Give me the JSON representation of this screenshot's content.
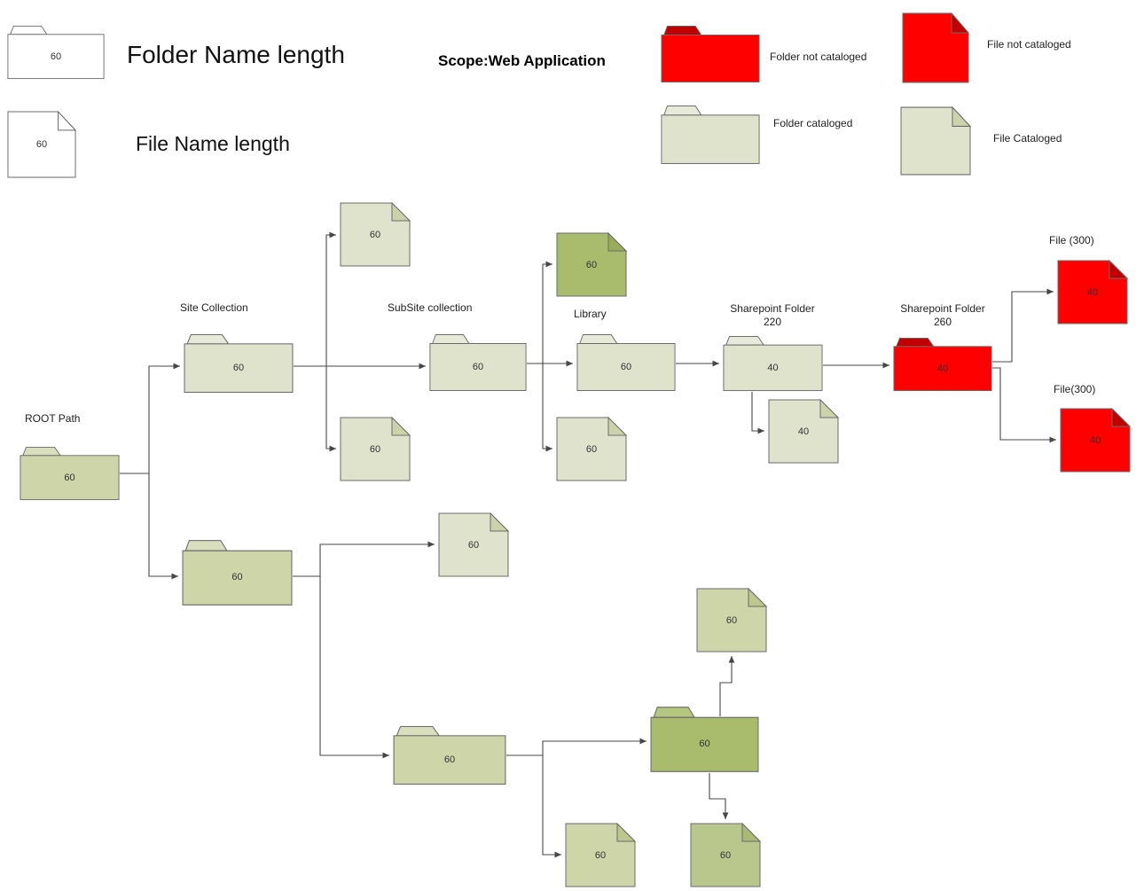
{
  "page": {
    "background": "#ffffff"
  },
  "legend": {
    "folder_sample_value": "60",
    "folder_length_label": "Folder Name length",
    "file_sample_value": "60",
    "file_length_label": "File Name length",
    "scope_label": "Scope:Web Application",
    "folder_not_cataloged_label": "Folder not cataloged",
    "file_not_cataloged_label": "File not cataloged",
    "folder_cataloged_label": "Folder cataloged",
    "file_cataloged_label": "File Cataloged"
  },
  "colors": {
    "not_cataloged_red": "#fe0000",
    "not_cataloged_red_dark": "#c00000",
    "cataloged_green_light": "#dfe3cc",
    "cataloged_green_mid": "#cdd5a9",
    "cataloged_green_middark": "#b9c78c",
    "cataloged_green_dark": "#a9bc6d",
    "connector": "#474747",
    "shape_outline": "#6b6b6b"
  },
  "nodes": {
    "root_path": {
      "title": "ROOT Path",
      "value": "60"
    },
    "site_collection": {
      "title": "Site Collection",
      "value": "60"
    },
    "site_file_upper": {
      "value": "60"
    },
    "site_file_lower": {
      "value": "60"
    },
    "subsite_collection": {
      "title": "SubSite collection",
      "value": "60"
    },
    "library": {
      "title": "Library",
      "value": "60"
    },
    "library_file_upper": {
      "value": "60"
    },
    "library_file_lower": {
      "value": "60"
    },
    "sharepoint_folder_220": {
      "title": "Sharepoint Folder",
      "subtitle": "220",
      "value": "40"
    },
    "sharepoint_file_40": {
      "value": "40"
    },
    "sharepoint_folder_260": {
      "title": "Sharepoint Folder",
      "subtitle": "260",
      "value": "40"
    },
    "file_300_upper": {
      "title": "File (300)",
      "value": "40"
    },
    "file_300_lower": {
      "title": "File(300)",
      "value": "40"
    },
    "branch_folder_1": {
      "value": "60"
    },
    "branch_file_top": {
      "value": "60"
    },
    "branch_folder_2": {
      "value": "60"
    },
    "branch_folder_dark": {
      "value": "60"
    },
    "branch_file_up": {
      "value": "60"
    },
    "branch_file_bottom_left": {
      "value": "60"
    },
    "branch_file_bottom_right": {
      "value": "60"
    }
  }
}
